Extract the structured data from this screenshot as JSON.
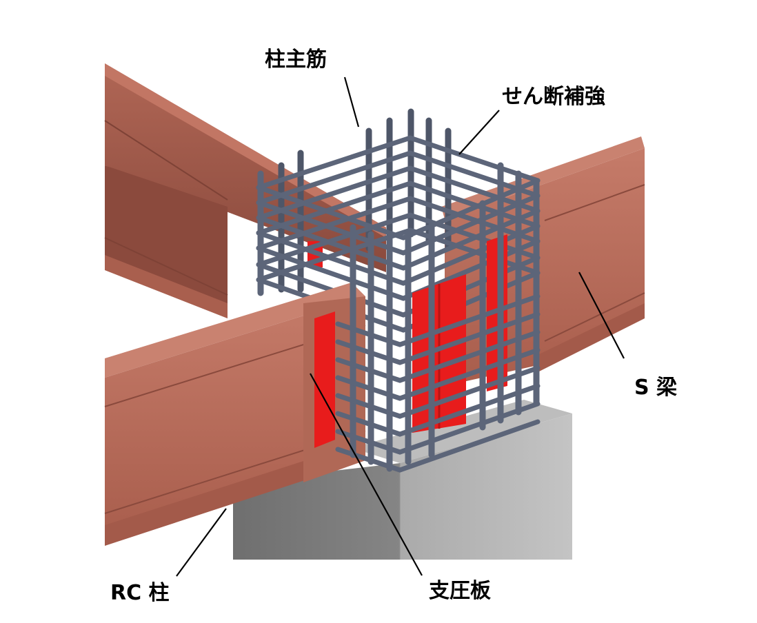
{
  "labels": {
    "column_main_rebar": "柱主筋",
    "shear_reinforcement": "せん断補強",
    "s_beam": "S 梁",
    "rc_column": "RC 柱",
    "bearing_plate": "支圧板"
  },
  "colors": {
    "steel_beam": "#b96a58",
    "steel_beam_dark": "#8e4a3d",
    "steel_beam_light": "#c98270",
    "bearing_plate": "#e81c1c",
    "rebar": "#5c6579",
    "concrete_light": "#b9b9b9",
    "concrete_dark": "#7a7a7a",
    "leader_line": "#000000"
  }
}
